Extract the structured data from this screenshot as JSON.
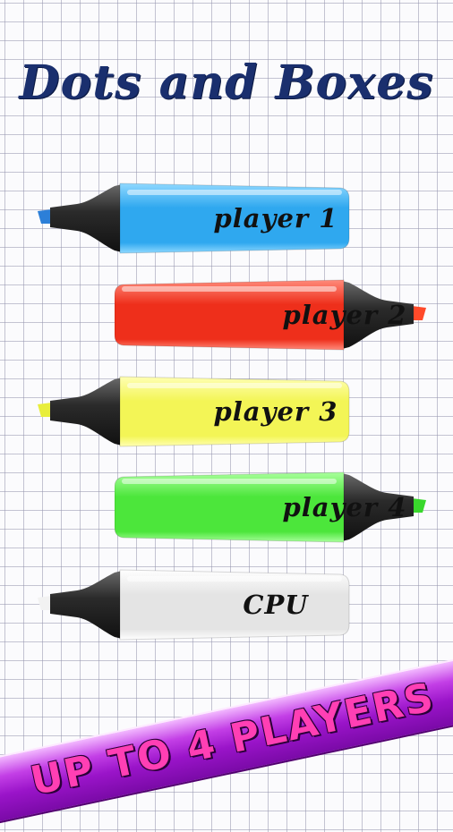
{
  "title": "Dots and Boxes",
  "menu": {
    "player1": {
      "label": "player 1",
      "body": "#2fa8ef",
      "body_light": "#8fd8ff",
      "tip": "#2c7fd8"
    },
    "player2": {
      "label": "player 2",
      "body": "#ee2f1b",
      "body_light": "#ff8a7a",
      "tip": "#ff4a2a"
    },
    "player3": {
      "label": "player 3",
      "body": "#f3f556",
      "body_light": "#ffffb3",
      "tip": "#e8ee3c"
    },
    "player4": {
      "label": "player 4",
      "body": "#4ce63b",
      "body_light": "#a9ff9c",
      "tip": "#39d82c"
    },
    "cpu": {
      "label": "CPU",
      "body": "#e4e4e4",
      "body_light": "#ffffff",
      "tip": "#f2f2f2"
    }
  },
  "banner": {
    "text": "UP TO 4 PLAYERS"
  }
}
